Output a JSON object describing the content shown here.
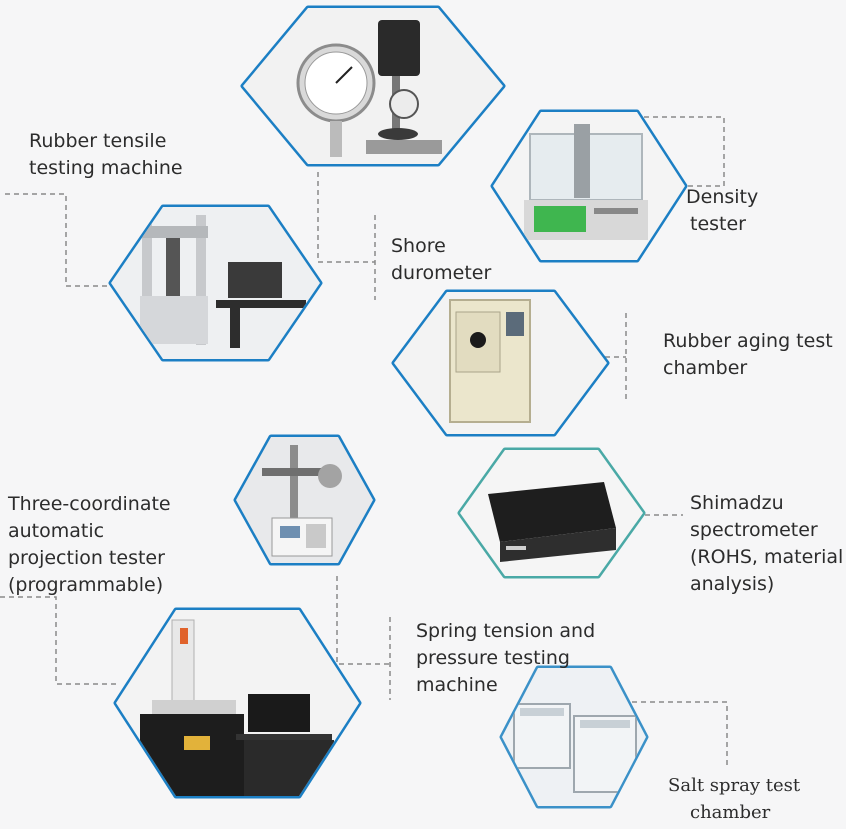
{
  "colors": {
    "accent": "#1c7fc4",
    "background": "#f6f6f7",
    "connector": "#8a8a8a",
    "text": "#2c2c2c"
  },
  "equipment": [
    {
      "id": "shore",
      "icon": "shore-durometer-photo",
      "lines": [
        "Shore",
        "durometer"
      ]
    },
    {
      "id": "density",
      "icon": "density-tester-photo",
      "lines": [
        "Density",
        "tester"
      ]
    },
    {
      "id": "tensile",
      "icon": "tensile-machine-photo",
      "lines": [
        "Rubber tensile",
        "testing machine"
      ]
    },
    {
      "id": "aging",
      "icon": "aging-chamber-photo",
      "lines": [
        "Rubber aging test",
        "chamber"
      ]
    },
    {
      "id": "spring",
      "icon": "spring-tester-photo",
      "lines": [
        "Spring tension and",
        "pressure testing",
        "machine"
      ]
    },
    {
      "id": "shimadzu",
      "icon": "spectrometer-photo",
      "lines": [
        "Shimadzu",
        "spectrometer",
        "(ROHS, material",
        "analysis)"
      ]
    },
    {
      "id": "projection",
      "icon": "projection-tester-photo",
      "lines": [
        "Three-coordinate",
        "automatic",
        "projection tester",
        "(programmable)"
      ]
    },
    {
      "id": "saltspray",
      "icon": "salt-spray-chamber-photo",
      "lines": [
        "Salt spray test",
        "chamber"
      ]
    }
  ]
}
